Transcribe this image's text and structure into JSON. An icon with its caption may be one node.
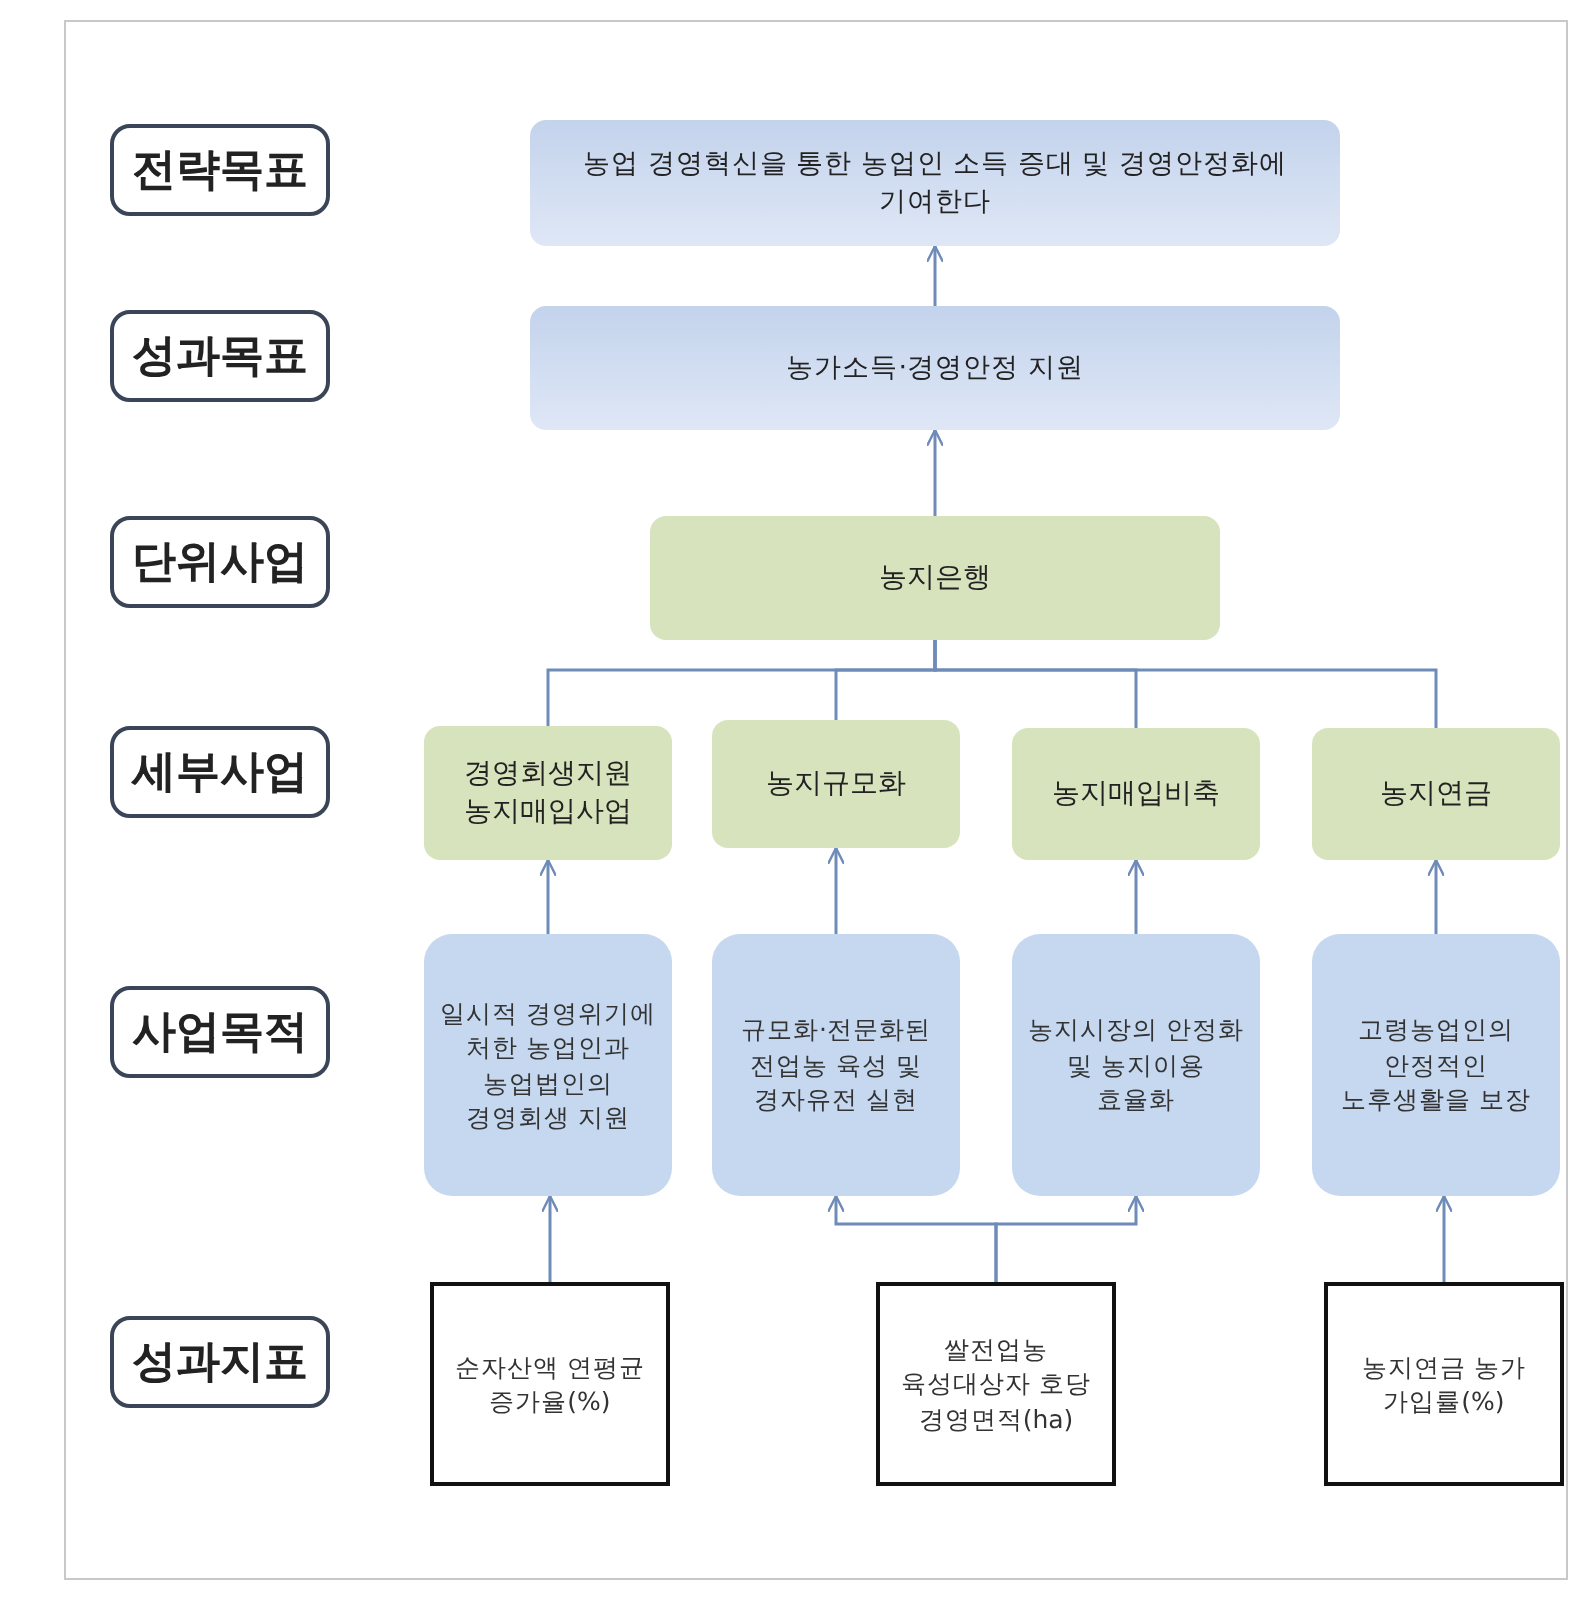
{
  "diagram": {
    "nodes": [
      {
        "text": [
          "전략목표"
        ]
      },
      {
        "text": [
          "성과목표"
        ]
      },
      {
        "text": [
          "단위사업"
        ]
      },
      {
        "text": [
          "세부사업"
        ]
      },
      {
        "text": [
          "사업목적"
        ]
      },
      {
        "text": [
          "성과지표"
        ]
      },
      {
        "text": [
          "농업 경영혁신을 통한 농업인 소득 증대 및 경영안정화에 기여한다"
        ]
      },
      {
        "text": [
          "농가소득·경영안정 지원"
        ]
      },
      {
        "text": [
          "농지은행"
        ]
      },
      {
        "text": [
          "경영회생지원 농지매입사업"
        ]
      },
      {
        "text": [
          "농지규모화"
        ]
      },
      {
        "text": [
          "농지매입비축"
        ]
      },
      {
        "text": [
          "농지연금"
        ]
      },
      {
        "text": [
          "일시적 경영위기에 처한 농업인과 농업법인의 경영회생 지원"
        ]
      },
      {
        "text": [
          "규모화·전문화된 전업농 육성 및 경자유전 실현"
        ]
      },
      {
        "text": [
          "농지시장의 안정화 및 농지이용 효율화"
        ]
      },
      {
        "text": [
          "고령농업인의 안정적인 노후생활을 보장"
        ]
      },
      {
        "text": [
          "순자산액 연평균 증가율(%)"
        ]
      },
      {
        "text": [
          "쌀전업농 육성대상자 호당 경영면적(ha)"
        ]
      },
      {
        "text": [
          "농지연금 농가 가입률(%)"
        ]
      }
    ],
    "edges": [
      {
        "from": 7,
        "to": 6,
        "arrow": "to"
      },
      {
        "from": 8,
        "to": 7,
        "arrow": "to"
      },
      {
        "from": 8,
        "to": 9,
        "arrow": "none"
      },
      {
        "from": 8,
        "to": 10,
        "arrow": "none"
      },
      {
        "from": 8,
        "to": 11,
        "arrow": "none"
      },
      {
        "from": 8,
        "to": 12,
        "arrow": "none"
      },
      {
        "from": 13,
        "to": 9,
        "arrow": "to"
      },
      {
        "from": 14,
        "to": 10,
        "arrow": "to"
      },
      {
        "from": 15,
        "to": 11,
        "arrow": "to"
      },
      {
        "from": 16,
        "to": 12,
        "arrow": "to"
      },
      {
        "from": 17,
        "to": 13,
        "arrow": "to"
      },
      {
        "from": 18,
        "to": 14,
        "arrow": "to"
      },
      {
        "from": 18,
        "to": 15,
        "arrow": "to"
      },
      {
        "from": 19,
        "to": 16,
        "arrow": "to"
      }
    ]
  }
}
